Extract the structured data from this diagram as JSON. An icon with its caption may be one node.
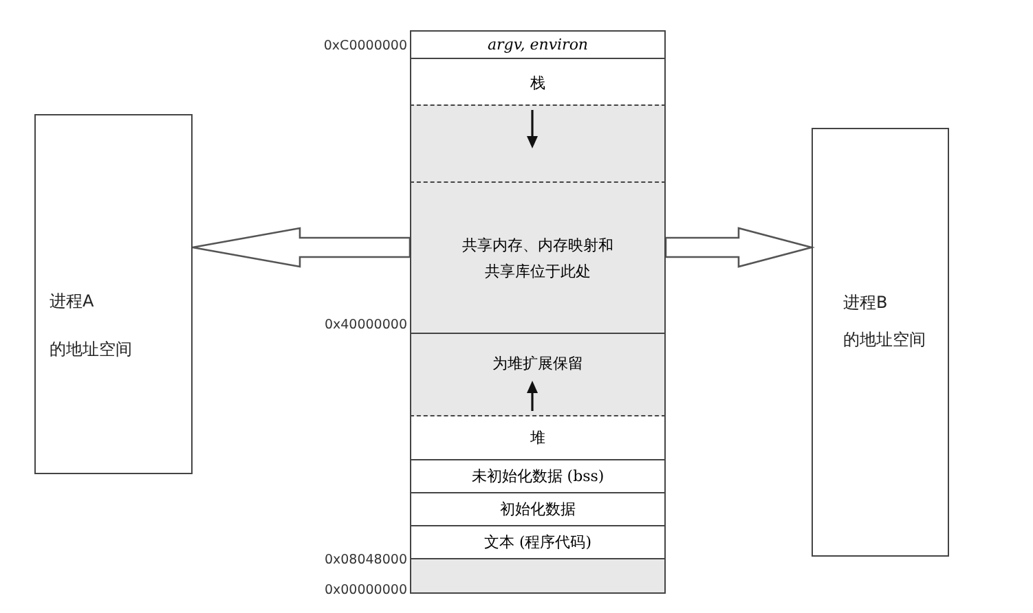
{
  "diagram": {
    "nodes": [
      {
        "text": [
          "进程A",
          "的地址空间"
        ]
      },
      {
        "text": [],
        "shape": "box"
      },
      {
        "text": [
          "argv, environ"
        ],
        "in": 1
      },
      {
        "text": [
          "栈"
        ],
        "in": 1
      },
      {
        "text": [],
        "shape": "box",
        "in": 1
      },
      {
        "text": [
          "共享内存、内存映射和共享库位于此处"
        ],
        "in": 1
      },
      {
        "text": [
          "为堆扩展保留"
        ],
        "in": 1
      },
      {
        "text": [
          "堆"
        ],
        "in": 1
      },
      {
        "text": [
          "未初始化数据 (bss)"
        ],
        "in": 1
      },
      {
        "text": [
          "初始化数据"
        ],
        "in": 1
      },
      {
        "text": [
          "文本 (程序代码)"
        ],
        "in": 1
      },
      {
        "text": [],
        "shape": "box",
        "in": 1
      },
      {
        "text": [
          "进程B",
          "的地址空间"
        ]
      }
    ],
    "edges": [
      {
        "from": 5,
        "to": 0,
        "arrow": "to"
      },
      {
        "from": 5,
        "to": 12,
        "arrow": "to"
      }
    ],
    "labels": [
      "0xC0000000",
      "0x40000000",
      "0x08048000",
      "0x00000000"
    ]
  }
}
